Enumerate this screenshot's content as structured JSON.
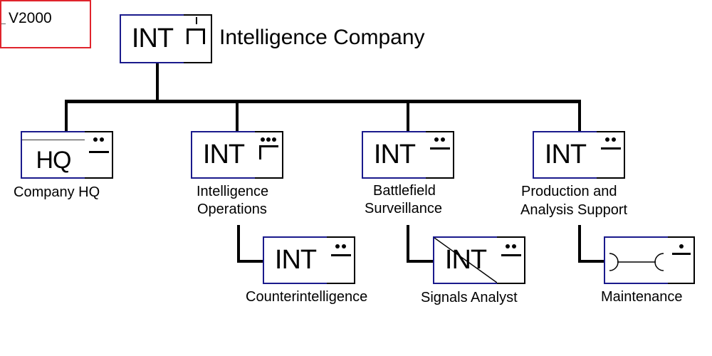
{
  "version_label": "V2000",
  "unit_abbrev": "INT",
  "top_unit": {
    "title": "Intelligence Company"
  },
  "hq_unit": {
    "abbrev": "HQ",
    "caption": "Company HQ"
  },
  "ops_unit": {
    "caption_line1": "Intelligence",
    "caption_line2": "Operations"
  },
  "surv_unit": {
    "caption_line1": "Battlefield",
    "caption_line2": "Surveillance"
  },
  "pas_unit": {
    "caption_line1": "Production and",
    "caption_line2": "Analysis Support"
  },
  "ci_unit": {
    "caption": "Counterintelligence"
  },
  "sig_unit": {
    "caption": "Signals Analyst"
  },
  "maint_unit": {
    "caption": "Maintenance"
  },
  "colors": {
    "frame": "#1a1a8c",
    "version_border": "#e0242c",
    "line": "#000000"
  }
}
